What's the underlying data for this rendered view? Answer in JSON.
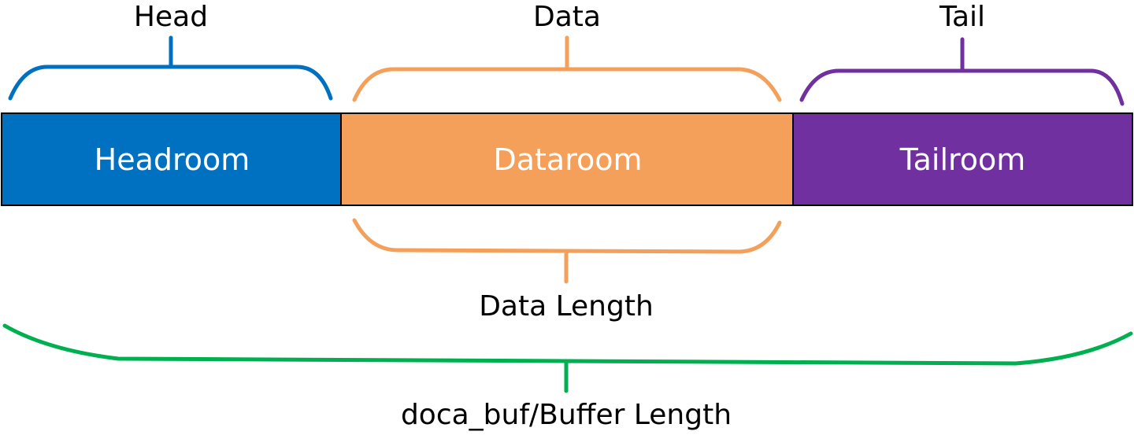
{
  "labels": {
    "head": "Head",
    "data": "Data",
    "tail": "Tail",
    "data_length": "Data Length",
    "buffer_length": "doca_buf/Buffer Length"
  },
  "segments": {
    "headroom": "Headroom",
    "dataroom": "Dataroom",
    "tailroom": "Tailroom"
  },
  "colors": {
    "headroom": "#0070C0",
    "dataroom": "#F4A05A",
    "tailroom": "#7030A0",
    "buffer_brace": "#00B050",
    "outline": "#000000"
  }
}
